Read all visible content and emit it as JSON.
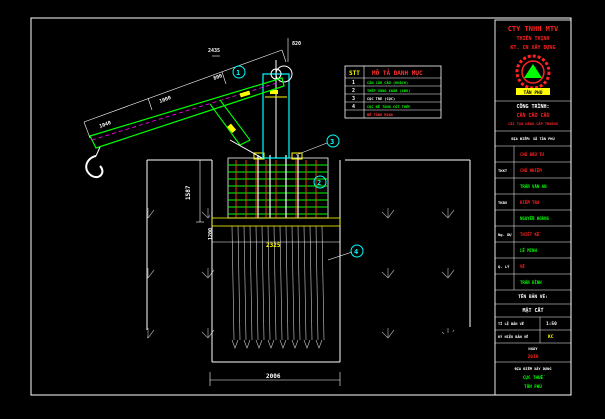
{
  "drawing": {
    "dims": {
      "d820": "820",
      "d2435": "2435",
      "d1040": "1040",
      "d1000": "1000",
      "d800": "800",
      "d1587": "1587",
      "d1200": "1200",
      "d2325": "2325",
      "d2006": "2006"
    },
    "callouts": [
      "1",
      "2",
      "3",
      "4"
    ]
  },
  "legend": {
    "header_stt": "STT",
    "header_desc": "MÔ TẢ DANH MỤC",
    "rows": [
      {
        "no": "1",
        "text": "CẦN CẨU CẦU (KHÁCH)"
      },
      {
        "no": "2",
        "text": "THÉP VÒNG XOẮN (1Ø8)"
      },
      {
        "no": "3",
        "text": "CỌC TRE (CỌC)"
      },
      {
        "no": "4",
        "text": "CỌC BÊ TÔNG CỐT THÉP"
      },
      {
        "no": "",
        "text": "BÊ TÔNG M200"
      }
    ]
  },
  "titleblock": {
    "company_1": "CTY TNHH MTV",
    "company_2": "THIÊN THỊNH",
    "company_3": "KT. CN XÂY DỰNG",
    "logo_text": "TÂN PHÚ",
    "project_label": "CÔNG TRÌNH:",
    "project_1": "CẦN CẨU CẦU",
    "project_2": "CẢI TẠO NÂNG CẤP TRƯỜNG",
    "address": "ĐỊA ĐIỂM: XÃ TÂN PHÚ",
    "rows": [
      {
        "label": "",
        "value": "CHỦ ĐẦU TƯ"
      },
      {
        "label": "TKKT",
        "value": "CHỦ NHIỆM"
      },
      {
        "label": "",
        "value": "TRẦN VĂN AN"
      },
      {
        "label": "TKBV",
        "value": "KIỂM TRA"
      },
      {
        "label": "",
        "value": "NGUYỄN HOÀNG"
      },
      {
        "label": "Ng. DỰ",
        "value": "THIẾT KẾ"
      },
      {
        "label": "",
        "value": "LÊ MINH"
      },
      {
        "label": "Q. LÝ",
        "value": "VẼ"
      },
      {
        "label": "",
        "value": "TRẦN BÌNH"
      }
    ],
    "drawing_title": "TÊN BẢN VẼ:",
    "drawing_name": "MẶT CẮT",
    "scale_label": "TỈ LỆ BẢN VẼ",
    "scale_value": "1:50",
    "sheet_label": "KÝ HIỆU BẢN VẼ",
    "sheet_value": "KC",
    "date_label": "NGÀY",
    "date_value": "2016",
    "footer_1": "ĐỊA ĐIỂM XÂY DỰNG",
    "footer_2": "CỤC THUẾ",
    "footer_3": "TÂN PHÚ"
  },
  "colors": {
    "background": "#000000",
    "border": "#ffffff",
    "accent": "#ff0000",
    "yellow": "#ffff00",
    "cyan": "#00ffff",
    "green": "#00ff00",
    "magenta": "#ff00ff"
  }
}
